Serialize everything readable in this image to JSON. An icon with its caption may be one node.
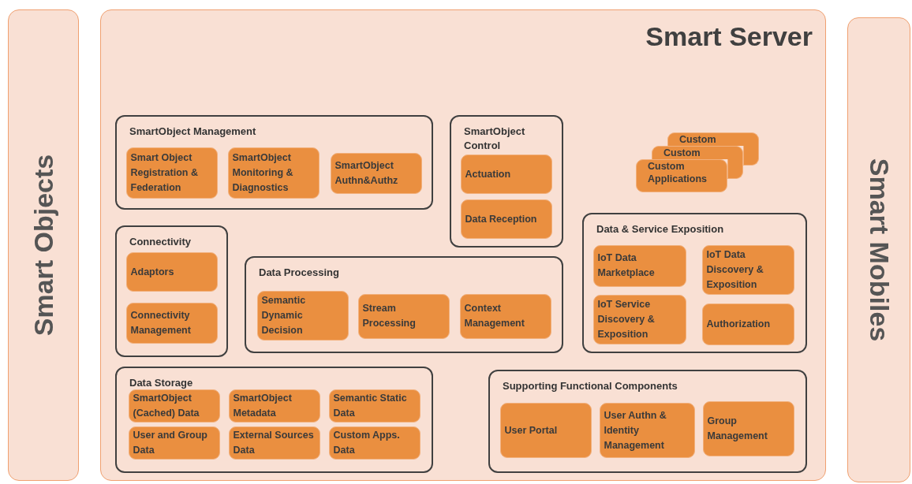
{
  "diagram": {
    "nodes": [
      {
        "text": [
          "Smart Objects"
        ]
      },
      {
        "text": [
          "Smart Server"
        ]
      },
      {
        "text": [
          "SmartObject Management"
        ],
        "in": 1
      },
      {
        "text": [
          "Smart Object Registration & Federation"
        ],
        "in": 2
      },
      {
        "text": [
          "SmartObject Monitoring & Diagnostics"
        ],
        "in": 2
      },
      {
        "text": [
          "SmartObject Authn&Authz"
        ],
        "in": 2
      },
      {
        "text": [
          "SmartObject Control"
        ],
        "in": 1
      },
      {
        "text": [
          "Actuation"
        ],
        "in": 6
      },
      {
        "text": [
          "Data Reception"
        ],
        "in": 6
      },
      {
        "text": [
          "Custom"
        ],
        "in": 1
      },
      {
        "text": [
          "Custom"
        ],
        "in": 1
      },
      {
        "text": [
          "Custom Applications"
        ],
        "in": 1
      },
      {
        "text": [
          "Data & Service Exposition"
        ],
        "in": 1
      },
      {
        "text": [
          "IoT Data Marketplace"
        ],
        "in": 12
      },
      {
        "text": [
          "IoT Data Discovery & Exposition"
        ],
        "in": 12
      },
      {
        "text": [
          "IoT Service Discovery & Exposition"
        ],
        "in": 12
      },
      {
        "text": [
          "Authorization"
        ],
        "in": 12
      },
      {
        "text": [
          "Connectivity"
        ],
        "in": 1
      },
      {
        "text": [
          "Adaptors"
        ],
        "in": 17
      },
      {
        "text": [
          "Connectivity Management"
        ],
        "in": 17
      },
      {
        "text": [
          "Data Processing"
        ],
        "in": 1
      },
      {
        "text": [
          "Semantic Dynamic Decision"
        ],
        "in": 20
      },
      {
        "text": [
          "Stream Processing"
        ],
        "in": 20
      },
      {
        "text": [
          "Context Management"
        ],
        "in": 20
      },
      {
        "text": [
          "Data Storage"
        ],
        "in": 1
      },
      {
        "text": [
          "SmartObject (Cached) Data"
        ],
        "in": 24
      },
      {
        "text": [
          "SmartObject Metadata"
        ],
        "in": 24
      },
      {
        "text": [
          "Semantic Static Data"
        ],
        "in": 24
      },
      {
        "text": [
          "User and Group Data"
        ],
        "in": 24
      },
      {
        "text": [
          "External Sources Data"
        ],
        "in": 24
      },
      {
        "text": [
          "Custom Apps. Data"
        ],
        "in": 24
      },
      {
        "text": [
          "Supporting Functional Components"
        ],
        "in": 1
      },
      {
        "text": [
          "User Portal"
        ],
        "in": 31
      },
      {
        "text": [
          "User Authn & Identity Management"
        ],
        "in": 31
      },
      {
        "text": [
          "Group Management"
        ],
        "in": 31
      },
      {
        "text": [
          "Smart Mobiles"
        ]
      }
    ]
  }
}
